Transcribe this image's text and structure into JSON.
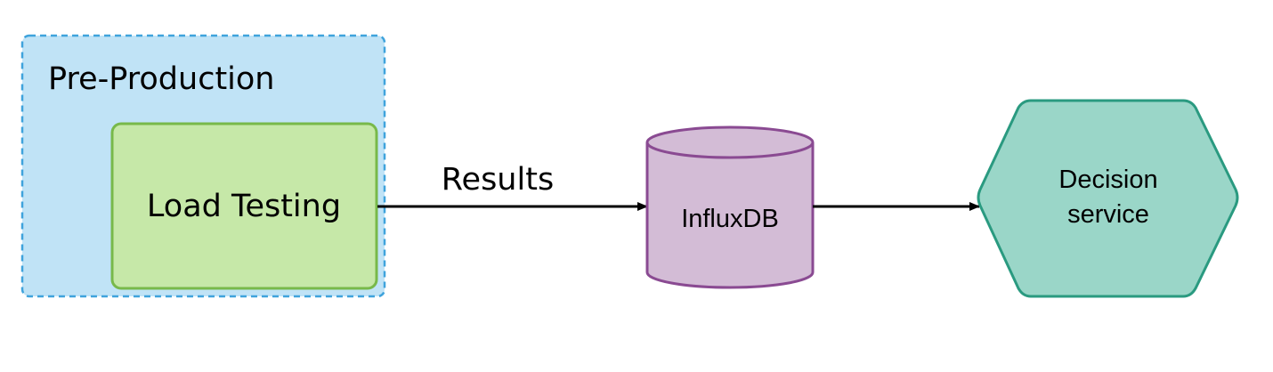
{
  "nodes": {
    "pre_production": {
      "label": "Pre-Production",
      "fill": "#c0e3f6",
      "stroke": "#3fa3dc"
    },
    "load_testing": {
      "label": "Load Testing",
      "fill": "#c6e8a8",
      "stroke": "#78b94a"
    },
    "influxdb": {
      "label": "InfluxDB",
      "fill": "#d3bcd6",
      "stroke": "#8a4a92"
    },
    "decision_service": {
      "label_line1": "Decision",
      "label_line2": "service",
      "fill": "#9ad6c8",
      "stroke": "#2a9a80"
    }
  },
  "edges": {
    "results": {
      "label": "Results",
      "color": "#000000"
    },
    "to_decision": {
      "color": "#000000"
    }
  }
}
